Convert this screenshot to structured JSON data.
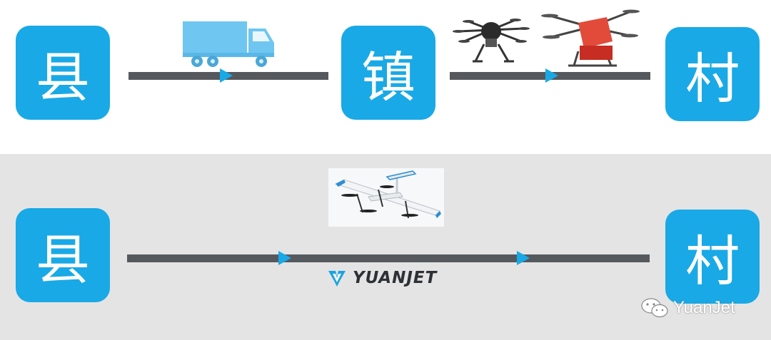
{
  "top_route": {
    "start_label": "县",
    "middle_label": "镇",
    "end_label": "村"
  },
  "bottom_route": {
    "start_label": "县",
    "end_label": "村",
    "brand": "YUANJET"
  },
  "watermark": {
    "text": "YuanJet"
  },
  "colors": {
    "node": "#19a9e6",
    "track": "#55595e",
    "bottom_panel": "#e4e4e4"
  }
}
